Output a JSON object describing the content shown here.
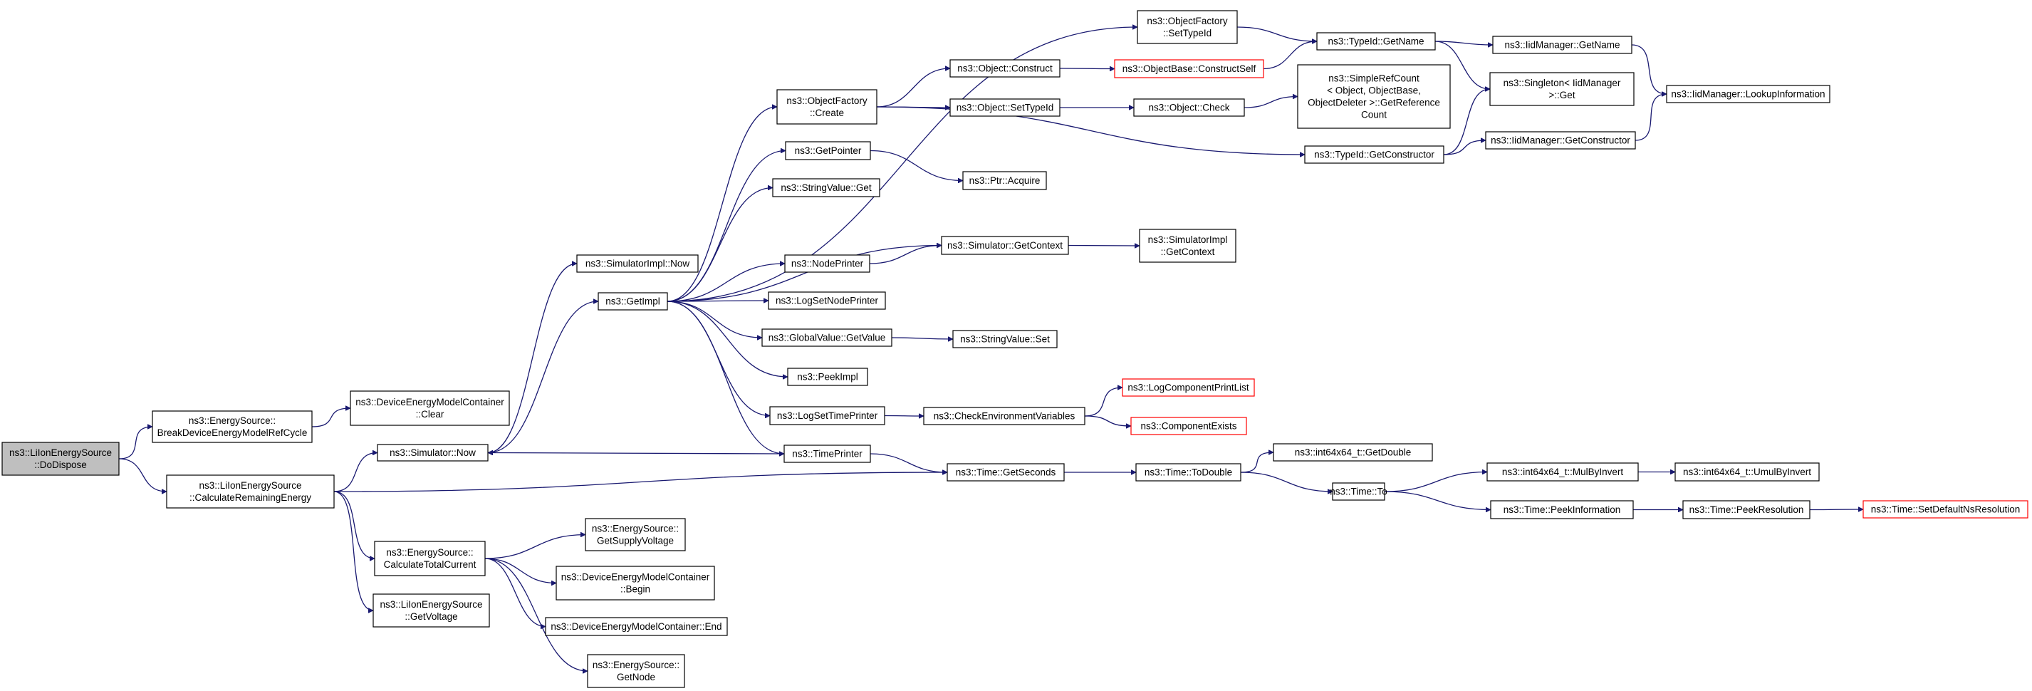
{
  "graph": {
    "root_color": "#bfbfbf",
    "edge_color": "#191970",
    "truncated_border_color": "#ff0000",
    "nodes": [
      {
        "id": "dodispose",
        "lines": [
          "ns3::LiIonEnergySource",
          "::DoDispose"
        ],
        "root": true
      },
      {
        "id": "break",
        "lines": [
          "ns3::EnergySource::",
          "BreakDeviceEnergyModelRefCycle"
        ]
      },
      {
        "id": "calcrem",
        "lines": [
          "ns3::LiIonEnergySource",
          "::CalculateRemainingEnergy"
        ]
      },
      {
        "id": "demc_clear",
        "lines": [
          "ns3::DeviceEnergyModelContainer",
          "::Clear"
        ]
      },
      {
        "id": "sim_now",
        "lines": [
          "ns3::Simulator::Now"
        ]
      },
      {
        "id": "calctot",
        "lines": [
          "ns3::EnergySource::",
          "CalculateTotalCurrent"
        ]
      },
      {
        "id": "getvoltage",
        "lines": [
          "ns3::LiIonEnergySource",
          "::GetVoltage"
        ]
      },
      {
        "id": "simimpl_now",
        "lines": [
          "ns3::SimulatorImpl::Now"
        ]
      },
      {
        "id": "getimpl",
        "lines": [
          "ns3::GetImpl"
        ]
      },
      {
        "id": "getsupply",
        "lines": [
          "ns3::EnergySource::",
          "GetSupplyVoltage"
        ]
      },
      {
        "id": "demc_begin",
        "lines": [
          "ns3::DeviceEnergyModelContainer",
          "::Begin"
        ]
      },
      {
        "id": "demc_end",
        "lines": [
          "ns3::DeviceEnergyModelContainer::End"
        ]
      },
      {
        "id": "getnode",
        "lines": [
          "ns3::EnergySource::",
          "GetNode"
        ]
      },
      {
        "id": "of_create",
        "lines": [
          "ns3::ObjectFactory",
          "::Create"
        ]
      },
      {
        "id": "getpointer",
        "lines": [
          "ns3::GetPointer"
        ]
      },
      {
        "id": "strval_get",
        "lines": [
          "ns3::StringValue::Get"
        ]
      },
      {
        "id": "nodeprinter",
        "lines": [
          "ns3::NodePrinter"
        ]
      },
      {
        "id": "logsetnode",
        "lines": [
          "ns3::LogSetNodePrinter"
        ]
      },
      {
        "id": "gv_getvalue",
        "lines": [
          "ns3::GlobalValue::GetValue"
        ]
      },
      {
        "id": "peekimpl",
        "lines": [
          "ns3::PeekImpl"
        ]
      },
      {
        "id": "logsettime",
        "lines": [
          "ns3::LogSetTimePrinter"
        ]
      },
      {
        "id": "timeprinter",
        "lines": [
          "ns3::TimePrinter"
        ]
      },
      {
        "id": "of_settypeid",
        "lines": [
          "ns3::ObjectFactory",
          "::SetTypeId"
        ]
      },
      {
        "id": "obj_construct",
        "lines": [
          "ns3::Object::Construct"
        ]
      },
      {
        "id": "obj_settypeid",
        "lines": [
          "ns3::Object::SetTypeId"
        ]
      },
      {
        "id": "ptr_acquire",
        "lines": [
          "ns3::Ptr::Acquire"
        ]
      },
      {
        "id": "sim_getcontext",
        "lines": [
          "ns3::Simulator::GetContext"
        ]
      },
      {
        "id": "strval_set",
        "lines": [
          "ns3::StringValue::Set"
        ]
      },
      {
        "id": "checkenv",
        "lines": [
          "ns3::CheckEnvironmentVariables"
        ]
      },
      {
        "id": "time_getseconds",
        "lines": [
          "ns3::Time::GetSeconds"
        ]
      },
      {
        "id": "objbase_construct",
        "lines": [
          "ns3::ObjectBase::ConstructSelf"
        ],
        "red": true
      },
      {
        "id": "obj_check",
        "lines": [
          "ns3::Object::Check"
        ]
      },
      {
        "id": "simimpl_getcontext",
        "lines": [
          "ns3::SimulatorImpl",
          "::GetContext"
        ]
      },
      {
        "id": "logcomp_printlist",
        "lines": [
          "ns3::LogComponentPrintList"
        ],
        "red": true
      },
      {
        "id": "comp_exists",
        "lines": [
          "ns3::ComponentExists"
        ],
        "red": true
      },
      {
        "id": "time_todouble",
        "lines": [
          "ns3::Time::ToDouble"
        ]
      },
      {
        "id": "typeid_getname",
        "lines": [
          "ns3::TypeId::GetName"
        ]
      },
      {
        "id": "simplerefcount",
        "lines": [
          "ns3::SimpleRefCount",
          "< Object, ObjectBase,",
          "ObjectDeleter >::GetReference",
          "Count"
        ]
      },
      {
        "id": "typeid_getctor",
        "lines": [
          "ns3::TypeId::GetConstructor"
        ]
      },
      {
        "id": "i64_getdouble",
        "lines": [
          "ns3::int64x64_t::GetDouble"
        ]
      },
      {
        "id": "time_to",
        "lines": [
          "ns3::Time::To"
        ]
      },
      {
        "id": "iid_getname",
        "lines": [
          "ns3::IidManager::GetName"
        ]
      },
      {
        "id": "singleton_get",
        "lines": [
          "ns3::Singleton< IidManager",
          ">::Get"
        ]
      },
      {
        "id": "iid_getctor",
        "lines": [
          "ns3::IidManager::GetConstructor"
        ]
      },
      {
        "id": "i64_mulbyinvert",
        "lines": [
          "ns3::int64x64_t::MulByInvert"
        ]
      },
      {
        "id": "time_peekinfo",
        "lines": [
          "ns3::Time::PeekInformation"
        ]
      },
      {
        "id": "iid_lookup",
        "lines": [
          "ns3::IidManager::LookupInformation"
        ]
      },
      {
        "id": "i64_umulbyinvert",
        "lines": [
          "ns3::int64x64_t::UmulByInvert"
        ]
      },
      {
        "id": "time_peekres",
        "lines": [
          "ns3::Time::PeekResolution"
        ]
      },
      {
        "id": "time_setdefault",
        "lines": [
          "ns3::Time::SetDefaultNsResolution"
        ],
        "red": true
      }
    ],
    "edges": [
      [
        "dodispose",
        "break"
      ],
      [
        "dodispose",
        "calcrem"
      ],
      [
        "break",
        "demc_clear"
      ],
      [
        "calcrem",
        "sim_now"
      ],
      [
        "calcrem",
        "calctot"
      ],
      [
        "calcrem",
        "getvoltage"
      ],
      [
        "calcrem",
        "time_getseconds"
      ],
      [
        "sim_now",
        "simimpl_now"
      ],
      [
        "sim_now",
        "getimpl"
      ],
      [
        "calctot",
        "getsupply"
      ],
      [
        "calctot",
        "demc_begin"
      ],
      [
        "calctot",
        "demc_end"
      ],
      [
        "calctot",
        "getnode"
      ],
      [
        "getimpl",
        "of_settypeid"
      ],
      [
        "getimpl",
        "of_create"
      ],
      [
        "getimpl",
        "getpointer"
      ],
      [
        "getimpl",
        "strval_get"
      ],
      [
        "getimpl",
        "nodeprinter"
      ],
      [
        "getimpl",
        "logsetnode"
      ],
      [
        "getimpl",
        "gv_getvalue"
      ],
      [
        "getimpl",
        "peekimpl"
      ],
      [
        "getimpl",
        "logsettime"
      ],
      [
        "getimpl",
        "timeprinter"
      ],
      [
        "getimpl",
        "sim_getcontext"
      ],
      [
        "of_create",
        "obj_construct"
      ],
      [
        "of_create",
        "obj_settypeid"
      ],
      [
        "of_create",
        "typeid_getctor"
      ],
      [
        "of_settypeid",
        "typeid_getname"
      ],
      [
        "obj_construct",
        "objbase_construct"
      ],
      [
        "obj_settypeid",
        "obj_check"
      ],
      [
        "obj_check",
        "simplerefcount"
      ],
      [
        "objbase_construct",
        "typeid_getname"
      ],
      [
        "getpointer",
        "ptr_acquire"
      ],
      [
        "nodeprinter",
        "sim_getcontext"
      ],
      [
        "sim_getcontext",
        "simimpl_getcontext"
      ],
      [
        "gv_getvalue",
        "strval_set"
      ],
      [
        "logsettime",
        "checkenv"
      ],
      [
        "checkenv",
        "logcomp_printlist"
      ],
      [
        "checkenv",
        "comp_exists"
      ],
      [
        "timeprinter",
        "sim_now"
      ],
      [
        "timeprinter",
        "time_getseconds"
      ],
      [
        "time_getseconds",
        "time_todouble"
      ],
      [
        "time_todouble",
        "i64_getdouble"
      ],
      [
        "time_todouble",
        "time_to"
      ],
      [
        "time_to",
        "i64_mulbyinvert"
      ],
      [
        "time_to",
        "time_peekinfo"
      ],
      [
        "i64_mulbyinvert",
        "i64_umulbyinvert"
      ],
      [
        "time_peekinfo",
        "time_peekres"
      ],
      [
        "time_peekres",
        "time_setdefault"
      ],
      [
        "typeid_getname",
        "iid_getname"
      ],
      [
        "typeid_getname",
        "singleton_get"
      ],
      [
        "typeid_getctor",
        "singleton_get"
      ],
      [
        "typeid_getctor",
        "iid_getctor"
      ],
      [
        "iid_getname",
        "iid_lookup"
      ],
      [
        "iid_getctor",
        "iid_lookup"
      ]
    ]
  }
}
